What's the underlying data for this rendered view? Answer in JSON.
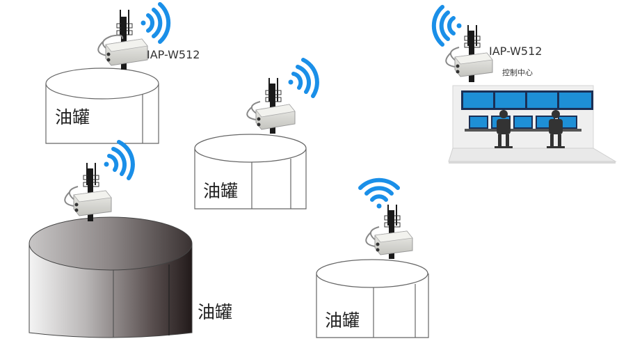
{
  "device_model": "IAP-W512",
  "control_center_label": "控制中心",
  "tank_label": "油罐",
  "colors": {
    "wifi": "#1a8fe8",
    "pole": "#1a1a1a",
    "tank_outline": "#666666",
    "device_body": "#d9d9d6",
    "cable": "#8a8a8a"
  },
  "icons": [
    "wifi-signal-icon",
    "access-point-device-icon",
    "antenna-icon",
    "operator-icon",
    "monitor-icon"
  ]
}
